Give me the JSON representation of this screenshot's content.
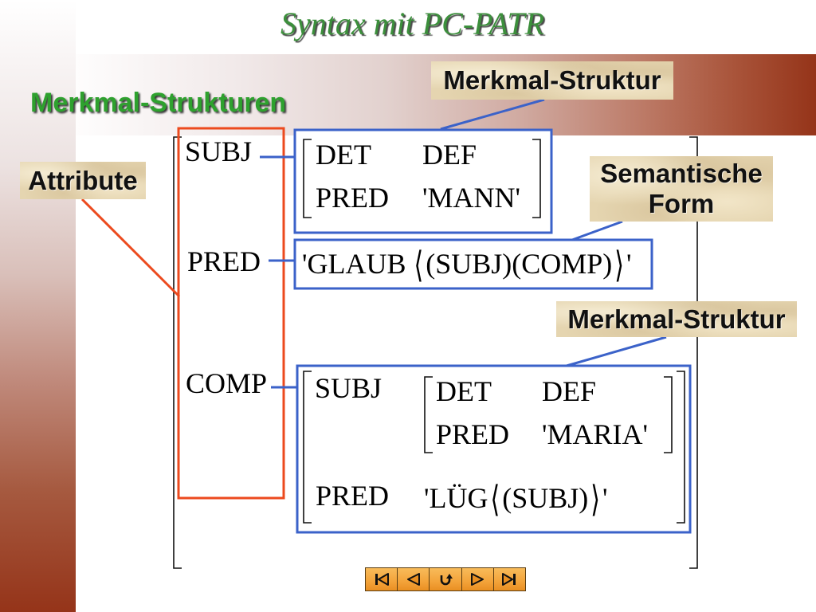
{
  "slide": {
    "title": "Syntax mit PC-PATR",
    "heading": "Merkmal-Strukturen"
  },
  "callouts": {
    "merkmal_struktur_top": "Merkmal-Struktur",
    "attribute": "Attribute",
    "semantische_form": [
      "Semantische",
      "Form"
    ],
    "merkmal_struktur_bottom": "Merkmal-Struktur"
  },
  "avm": {
    "attributes": {
      "subj": "SUBJ",
      "pred": "PRED",
      "comp": "COMP"
    },
    "subj_value": {
      "rows": [
        {
          "attribute": "DET",
          "value": "DEF"
        },
        {
          "attribute": "PRED",
          "value": "'MANN'"
        }
      ]
    },
    "pred_value": {
      "head": "'GLAUB",
      "open_bracket": "⟨",
      "arguments": "(SUBJ)(COMP)",
      "close_bracket": "⟩",
      "end_quote": "'"
    },
    "comp_value": {
      "subj_attribute": "SUBJ",
      "subj_rows": [
        {
          "attribute": "DET",
          "value": "DEF"
        },
        {
          "attribute": "PRED",
          "value": "'MARIA'"
        }
      ],
      "pred_attribute": "PRED",
      "pred_value": {
        "head": "'LÜG",
        "open_bracket": "⟨",
        "arguments": "(SUBJ)",
        "close_bracket": "⟩",
        "end_quote": "'"
      }
    }
  },
  "navigation": {
    "buttons": [
      {
        "icon": "first-slide-icon"
      },
      {
        "icon": "previous-slide-icon"
      },
      {
        "icon": "return-icon"
      },
      {
        "icon": "next-slide-icon"
      },
      {
        "icon": "last-slide-icon"
      }
    ]
  },
  "theme": {
    "title_green": "#3c8f3c",
    "heading_green": "#2ea12e",
    "box_blue": "#3b62c9",
    "attr_box_red": "#ec4a1e",
    "band_brown": "#953419",
    "nav_orange": "#f3a33a"
  }
}
